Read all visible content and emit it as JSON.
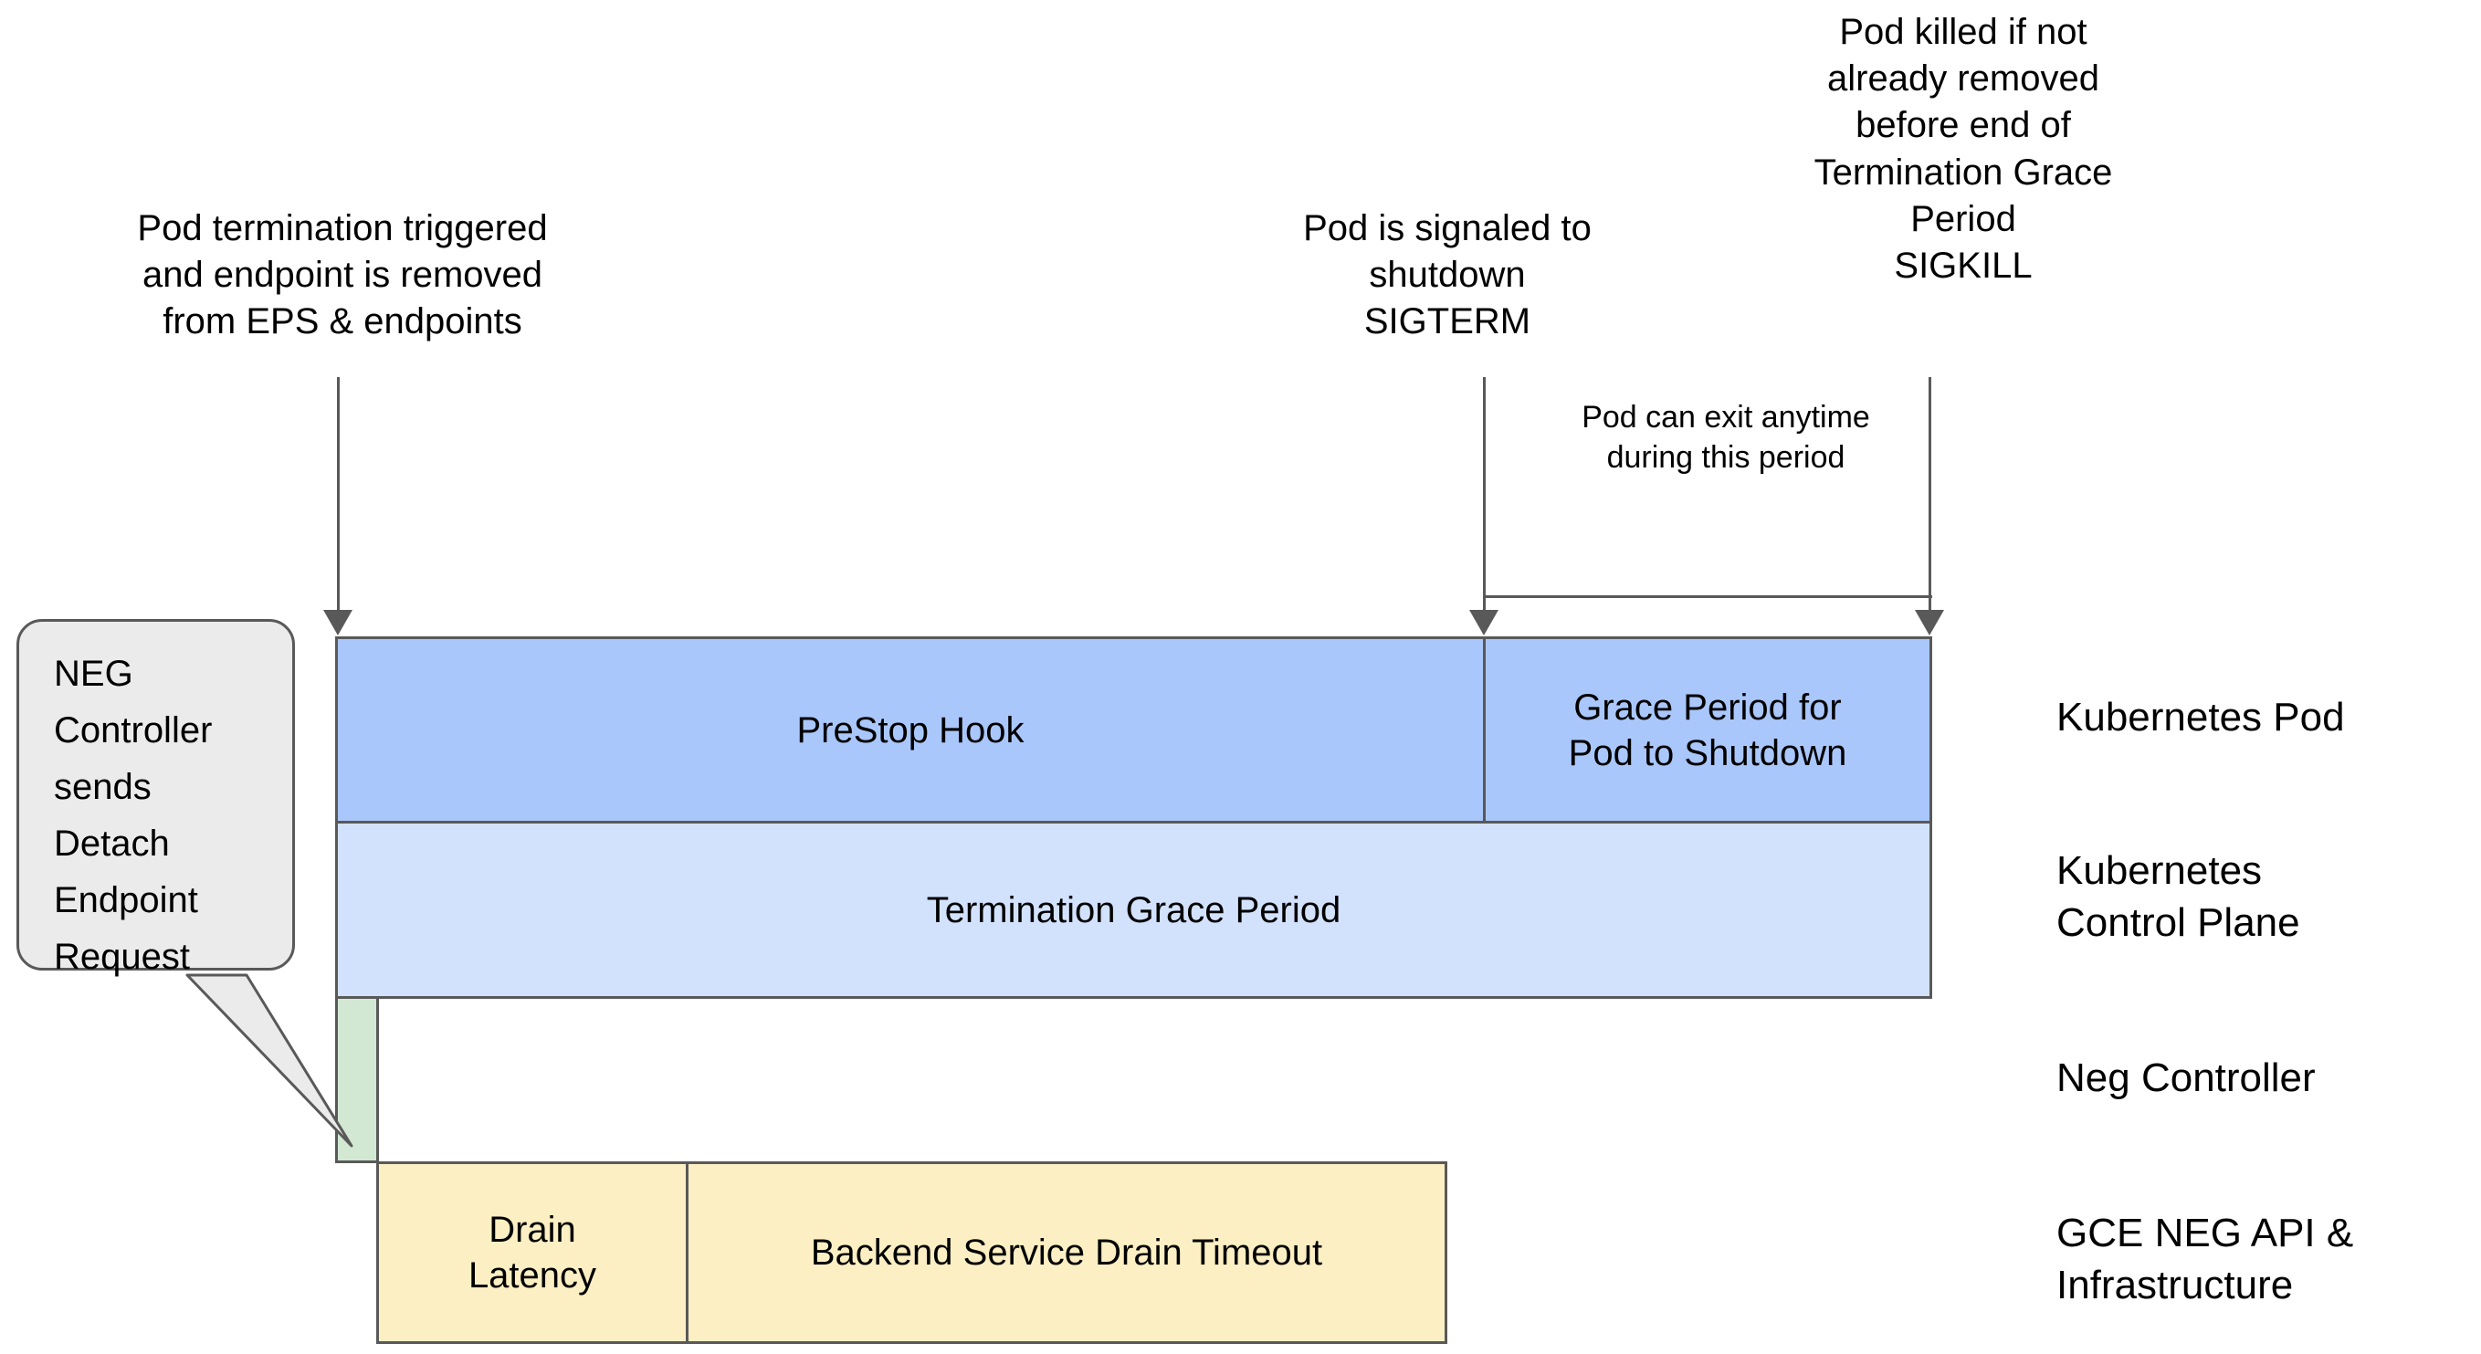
{
  "diagram": {
    "title": "Kubernetes Pod termination and NEG endpoint drain timeline",
    "colors": {
      "prestop_fill": "#AAC7FB",
      "grace_fill": "#AAC7FB",
      "termination_fill": "#D2E2FD",
      "neg_fill": "#D3E8D3",
      "gce_fill": "#FCEFC3",
      "stroke": "#595959",
      "callout_fill": "#EBEBEB"
    }
  },
  "annotations": [
    {
      "id": "pod-termination-triggered",
      "text": "Pod termination triggered\nand endpoint is removed\nfrom EPS & endpoints"
    },
    {
      "id": "pod-signaled-shutdown",
      "text": "Pod is signaled to\nshutdown\nSIGTERM"
    },
    {
      "id": "pod-killed-sigkill",
      "text": "Pod killed if not\nalready removed\nbefore end of\nTermination Grace\nPeriod\nSIGKILL"
    },
    {
      "id": "pod-can-exit-anytime",
      "text": "Pod can exit anytime\nduring this period"
    }
  ],
  "bars": {
    "prestop_hook": "PreStop Hook",
    "grace_period": "Grace Period for\nPod to Shutdown",
    "termination_grace_period": "Termination Grace Period",
    "neg_controller_bar": "",
    "drain_latency": "Drain\nLatency",
    "backend_service_drain_timeout": "Backend Service Drain Timeout"
  },
  "callout": {
    "text": "NEG\nController\nsends\nDetach\nEndpoint\nRequest"
  },
  "legend": [
    {
      "id": "kubernetes-pod",
      "label": "Kubernetes Pod"
    },
    {
      "id": "kubernetes-control-plane",
      "label": "Kubernetes\nControl Plane"
    },
    {
      "id": "neg-controller",
      "label": "Neg Controller"
    },
    {
      "id": "gce-neg-api",
      "label": "GCE NEG API &\nInfrastructure"
    }
  ]
}
